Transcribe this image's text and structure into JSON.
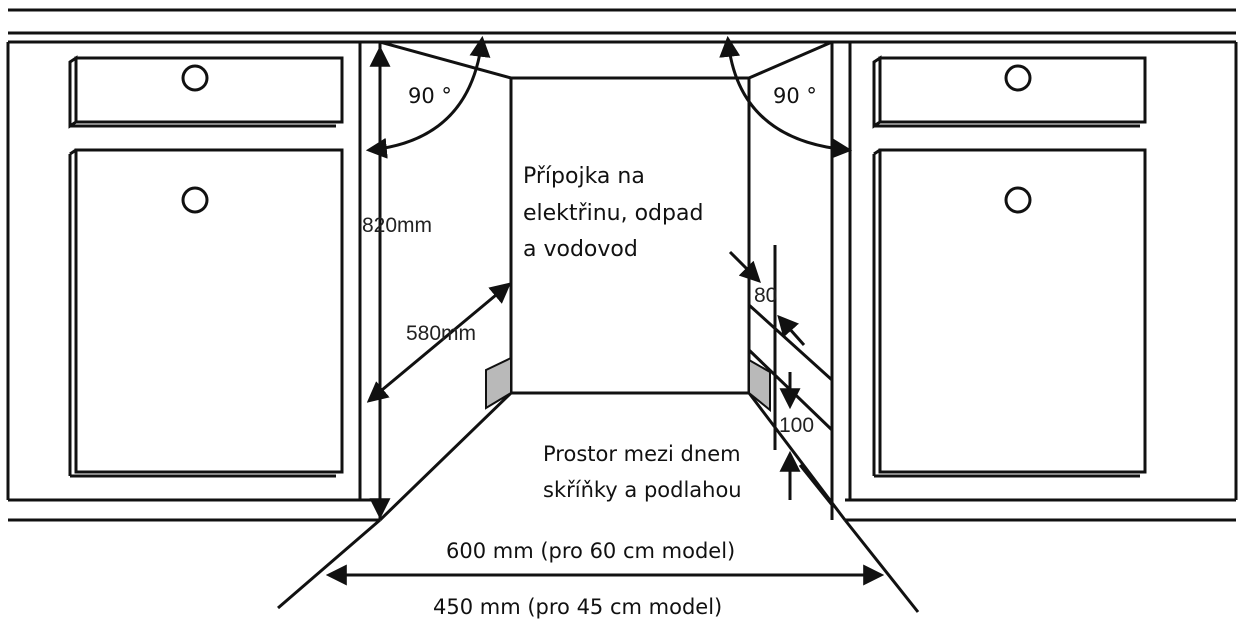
{
  "labels": {
    "angle_left": "90 °",
    "angle_right": "90 °",
    "height": "820mm",
    "depth": "580mm",
    "connection_line1": "Přípojka na",
    "connection_line2": "elektřinu, odpad",
    "connection_line3": "a vodovod",
    "dim_80": "80",
    "dim_100": "100",
    "floor_gap_line1": "Prostor mezi dnem",
    "floor_gap_line2": "skříňky a podlahou",
    "width_60": "600 mm (pro 60 cm model)",
    "width_45": "450 mm (pro 45 cm model)"
  },
  "colors": {
    "line": "#111111",
    "panel_fill": "#ffffff",
    "shade_fill": "#b9b9b9"
  }
}
